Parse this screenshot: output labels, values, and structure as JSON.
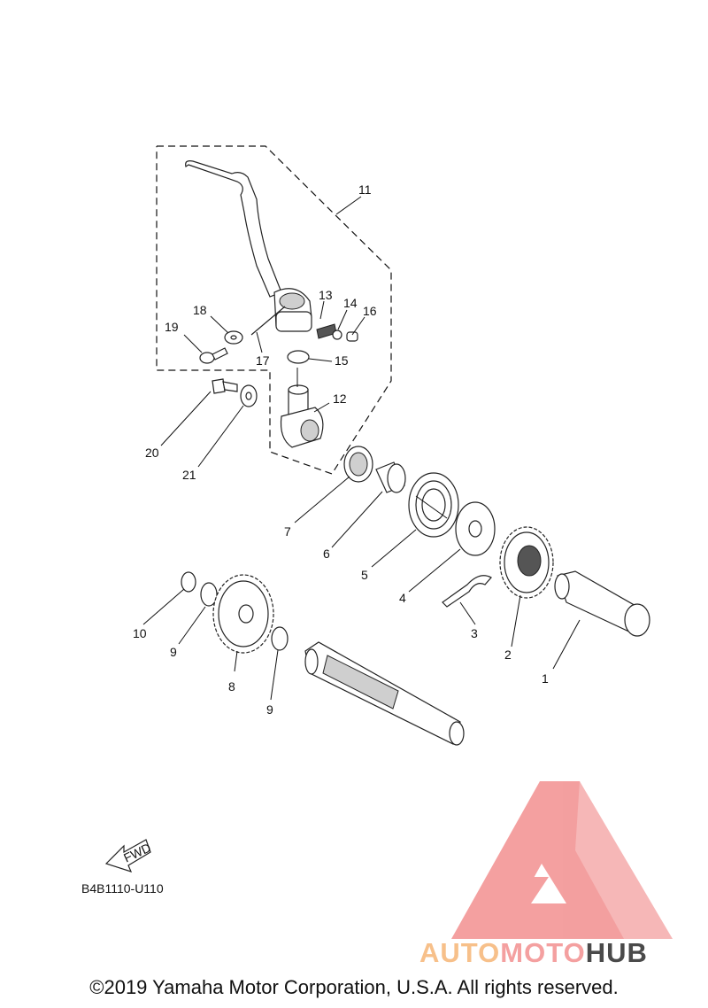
{
  "diagram": {
    "code": "B4B1110-U110",
    "fwd_label": "FWD",
    "copyright": "©2019 Yamaha Motor Corporation, U.S.A. All rights reserved.",
    "watermark": {
      "part1": "AUTO",
      "part2": "MOTO",
      "part3": "HUB",
      "color1": "#f7c08a",
      "color2": "#f4a0a0",
      "color3": "#4a4a4a",
      "logo_color": "#f08080"
    },
    "callouts": {
      "n1": "1",
      "n2": "2",
      "n3": "3",
      "n4": "4",
      "n5": "5",
      "n6": "6",
      "n7": "7",
      "n8": "8",
      "n9a": "9",
      "n9b": "9",
      "n10": "10",
      "n11": "11",
      "n12": "12",
      "n13": "13",
      "n14": "14",
      "n15": "15",
      "n16": "16",
      "n17": "17",
      "n18": "18",
      "n19": "19",
      "n20": "20",
      "n21": "21"
    }
  }
}
